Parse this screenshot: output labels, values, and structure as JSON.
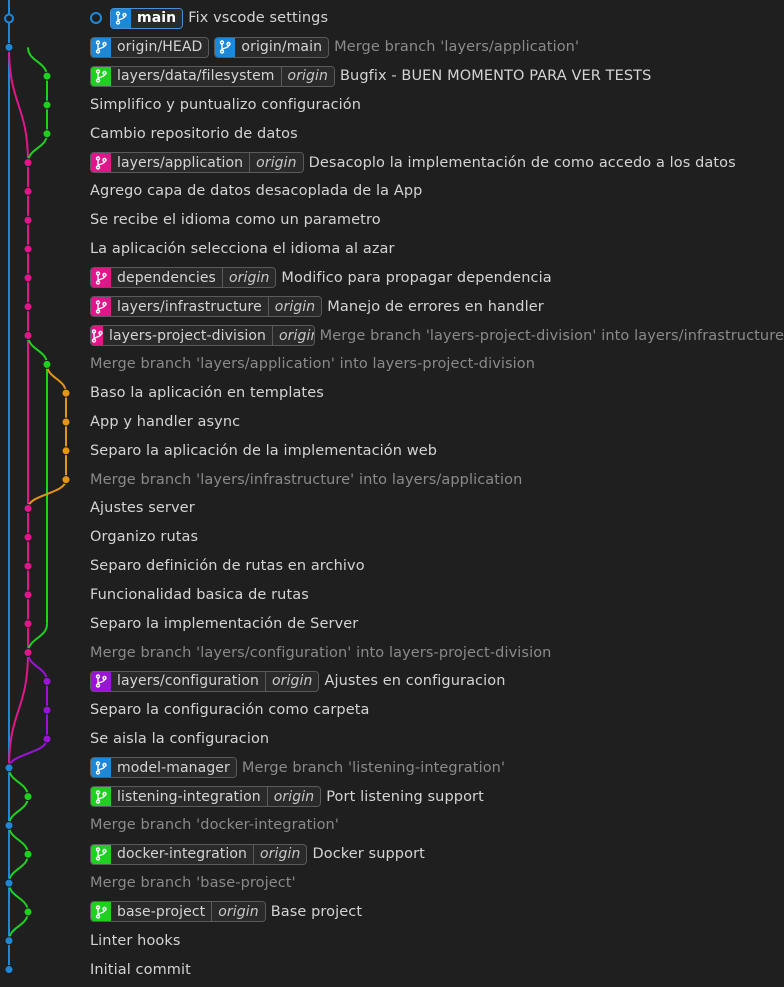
{
  "colors": {
    "blue": "#1e88d8",
    "magenta": "#e0168a",
    "green": "#1fd11f",
    "orange": "#e59515",
    "purple": "#9a14d8"
  },
  "icons": {
    "branch": "git-branch-icon",
    "head": "head-ring-icon"
  },
  "commits": [
    {
      "dim": false,
      "head": true,
      "refs": [
        {
          "name": "main",
          "color": "blue",
          "head": true
        }
      ],
      "message": "Fix vscode settings"
    },
    {
      "dim": true,
      "refs": [
        {
          "name": "origin/HEAD",
          "color": "blue"
        },
        {
          "name": "origin/main",
          "color": "blue"
        }
      ],
      "message": "Merge branch 'layers/application'"
    },
    {
      "dim": false,
      "refs": [
        {
          "name": "layers/data/filesystem",
          "color": "green",
          "origin": "origin"
        }
      ],
      "message": "Bugfix - BUEN MOMENTO PARA VER TESTS"
    },
    {
      "dim": false,
      "refs": [],
      "message": "Simplifico y puntualizo configuración"
    },
    {
      "dim": false,
      "refs": [],
      "message": "Cambio repositorio de datos"
    },
    {
      "dim": false,
      "refs": [
        {
          "name": "layers/application",
          "color": "magenta",
          "origin": "origin"
        }
      ],
      "message": "Desacoplo la implementación de como accedo a los datos"
    },
    {
      "dim": false,
      "refs": [],
      "message": "Agrego capa de datos desacoplada de la App"
    },
    {
      "dim": false,
      "refs": [],
      "message": "Se recibe el idioma como un parametro"
    },
    {
      "dim": false,
      "refs": [],
      "message": "La aplicación selecciona el idioma al azar"
    },
    {
      "dim": false,
      "refs": [
        {
          "name": "dependencies",
          "color": "magenta",
          "origin": "origin"
        }
      ],
      "message": "Modifico para propagar dependencia"
    },
    {
      "dim": false,
      "refs": [
        {
          "name": "layers/infrastructure",
          "color": "magenta",
          "origin": "origin"
        }
      ],
      "message": "Manejo de errores en handler"
    },
    {
      "dim": true,
      "refs": [
        {
          "name": "layers-project-division",
          "color": "magenta",
          "origin": "origin"
        }
      ],
      "message": "Merge branch 'layers-project-division' into layers/infrastructure"
    },
    {
      "dim": true,
      "refs": [],
      "message": "Merge branch 'layers/application' into layers-project-division"
    },
    {
      "dim": false,
      "refs": [],
      "message": "Baso la aplicación en templates"
    },
    {
      "dim": false,
      "refs": [],
      "message": "App y handler async"
    },
    {
      "dim": false,
      "refs": [],
      "message": "Separo la aplicación de la implementación web"
    },
    {
      "dim": true,
      "refs": [],
      "message": "Merge branch 'layers/infrastructure' into layers/application"
    },
    {
      "dim": false,
      "refs": [],
      "message": "Ajustes server"
    },
    {
      "dim": false,
      "refs": [],
      "message": "Organizo rutas"
    },
    {
      "dim": false,
      "refs": [],
      "message": "Separo definición de rutas en archivo"
    },
    {
      "dim": false,
      "refs": [],
      "message": "Funcionalidad basica de rutas"
    },
    {
      "dim": false,
      "refs": [],
      "message": "Separo la implementación de Server"
    },
    {
      "dim": true,
      "refs": [],
      "message": "Merge branch 'layers/configuration' into layers-project-division"
    },
    {
      "dim": false,
      "refs": [
        {
          "name": "layers/configuration",
          "color": "purple",
          "origin": "origin"
        }
      ],
      "message": "Ajustes en configuracion"
    },
    {
      "dim": false,
      "refs": [],
      "message": "Separo la configuración como carpeta"
    },
    {
      "dim": false,
      "refs": [],
      "message": "Se aisla la configuracion"
    },
    {
      "dim": true,
      "refs": [
        {
          "name": "model-manager",
          "color": "blue"
        }
      ],
      "message": "Merge branch 'listening-integration'"
    },
    {
      "dim": false,
      "refs": [
        {
          "name": "listening-integration",
          "color": "green",
          "origin": "origin"
        }
      ],
      "message": "Port listening support"
    },
    {
      "dim": true,
      "refs": [],
      "message": "Merge branch 'docker-integration'"
    },
    {
      "dim": false,
      "refs": [
        {
          "name": "docker-integration",
          "color": "green",
          "origin": "origin"
        }
      ],
      "message": "Docker support"
    },
    {
      "dim": true,
      "refs": [],
      "message": "Merge branch 'base-project'"
    },
    {
      "dim": false,
      "refs": [
        {
          "name": "base-project",
          "color": "green",
          "origin": "origin"
        }
      ],
      "message": "Base project"
    },
    {
      "dim": false,
      "refs": [],
      "message": "Linter hooks"
    },
    {
      "dim": false,
      "refs": [],
      "message": "Initial commit"
    }
  ]
}
